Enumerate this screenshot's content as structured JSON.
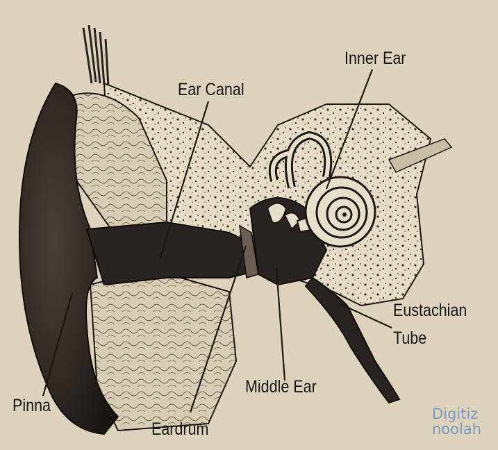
{
  "diagram": {
    "labels": {
      "inner_ear": "Inner Ear",
      "ear_canal": "Ear Canal",
      "eustachian_tube_line1": "Eustachian",
      "eustachian_tube_line2": "Tube",
      "middle_ear": "Middle Ear",
      "pinna": "Pinna",
      "eardrum": "Eardrum"
    },
    "watermark": {
      "line1": "Digitiz",
      "line2": "noolah"
    },
    "colors": {
      "paper": "#ddd3bd",
      "ink": "#1a1714",
      "bone": "#e8dfca",
      "cavity": "#2a2420",
      "watermark": "#7a98c4"
    }
  }
}
